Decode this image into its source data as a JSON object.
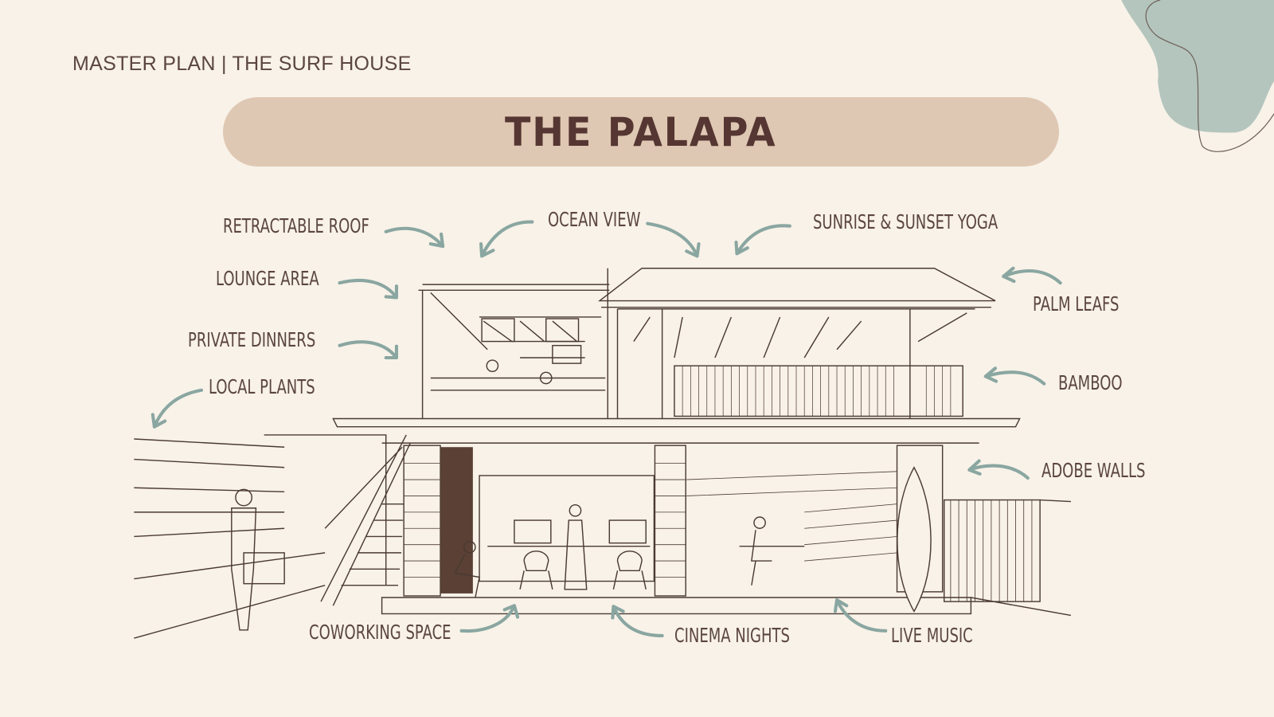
{
  "header": {
    "kicker": "MASTER PLAN | THE SURF HOUSE",
    "title": "THE PALAPA"
  },
  "labels": {
    "retractable_roof": "RETRACTABLE ROOF",
    "ocean_view": "OCEAN VIEW",
    "sunrise_yoga": "SUNRISE & SUNSET YOGA",
    "lounge_area": "LOUNGE AREA",
    "palm_leafs": "PALM LEAFS",
    "private_dinners": "PRIVATE DINNERS",
    "bamboo": "BAMBOO",
    "local_plants": "LOCAL PLANTS",
    "adobe_walls": "ADOBE WALLS",
    "coworking_space": "COWORKING SPACE",
    "cinema_nights": "CINEMA NIGHTS",
    "live_music": "LIVE MUSIC"
  },
  "colors": {
    "background": "#f8f2e8",
    "title_pill": "#dfc8b3",
    "text": "#5b4541",
    "arrow": "#8aa6a1",
    "blob": "#b4c5bd"
  }
}
